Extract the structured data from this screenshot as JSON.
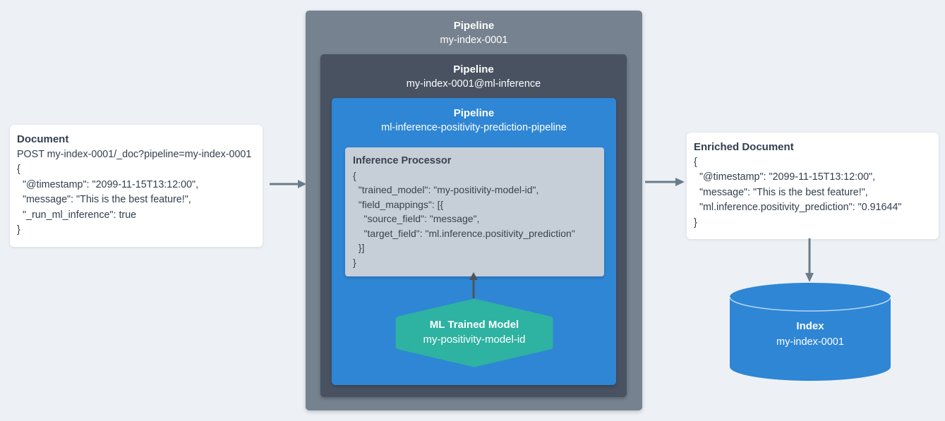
{
  "colors": {
    "background": "#edf1f5",
    "outer_box": "#76828f",
    "inner_box": "#485261",
    "blue": "#2e86d5",
    "code_box": "#c6ced8",
    "teal": "#2eb2a1",
    "arrow": "#6c7b8b",
    "dark_arrow": "#4e545c",
    "text_dark": "#333f4d"
  },
  "document_card": {
    "title": "Document",
    "code_lines": [
      "POST my-index-0001/_doc?pipeline=my-index-0001",
      "{",
      "  \"@timestamp\": \"2099-11-15T13:12:00\",",
      "  \"message\": \"This is the best feature!\",",
      "  \"_run_ml_inference\": true",
      "}"
    ]
  },
  "pipeline_outer": {
    "title": "Pipeline",
    "name": "my-index-0001"
  },
  "pipeline_inference": {
    "title": "Pipeline",
    "name": "my-index-0001@ml-inference"
  },
  "pipeline_ml": {
    "title": "Pipeline",
    "name": "ml-inference-positivity-prediction-pipeline"
  },
  "inference_processor": {
    "title": "Inference Processor",
    "code_lines": [
      "{",
      "  \"trained_model\": \"my-positivity-model-id\",",
      "  \"field_mappings\": [{",
      "    \"source_field\": \"message\",",
      "    \"target_field\": \"ml.inference.positivity_prediction\"",
      "  }]",
      "}"
    ]
  },
  "ml_model": {
    "title": "ML Trained Model",
    "name": "my-positivity-model-id"
  },
  "enriched_card": {
    "title": "Enriched Document",
    "code_lines": [
      "{",
      "  \"@timestamp\": \"2099-11-15T13:12:00\",",
      "  \"message\": \"This is the best feature!\",",
      "  \"ml.inference.positivity_prediction\": \"0.91644\"",
      "}"
    ]
  },
  "index_store": {
    "title": "Index",
    "name": "my-index-0001"
  }
}
